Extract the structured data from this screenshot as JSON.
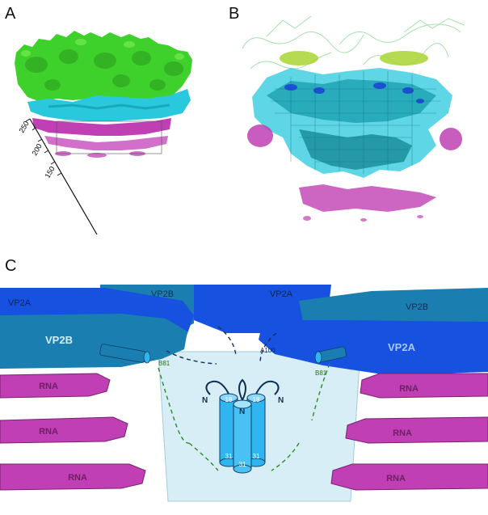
{
  "panels": {
    "a": {
      "letter": "A",
      "scale_ticks": [
        "250",
        "200",
        "150"
      ]
    },
    "b": {
      "letter": "B"
    },
    "c": {
      "letter": "C",
      "top_labels": [
        "VP2B",
        "VP2A"
      ],
      "left_labels": [
        "VP2A",
        "VP2B"
      ],
      "right_labels": [
        "VP2B",
        "VP2A"
      ],
      "residue_labels": {
        "a100": "A100",
        "b81_left": "B81",
        "b81_right": "B81"
      },
      "rna_labels": [
        "RNA",
        "RNA",
        "RNA",
        "RNA",
        "RNA",
        "RNA"
      ],
      "helix": {
        "terminus_left": "N",
        "terminus_mid": "N",
        "terminus_right": "N",
        "top_left": "18",
        "top_right": "18",
        "bottom_left": "31",
        "bottom_mid": "31",
        "bottom_right": "31"
      }
    }
  },
  "colors": {
    "green_capsid": "#3fd12b",
    "cyan_density": "#2ac8dc",
    "teal_model": "#1fa3b3",
    "magenta_rna": "#c03fb4",
    "vp2a_blue": "#1651e0",
    "vp2b_teal": "#1a7fb0",
    "helix_blue": "#2fb5ef"
  }
}
